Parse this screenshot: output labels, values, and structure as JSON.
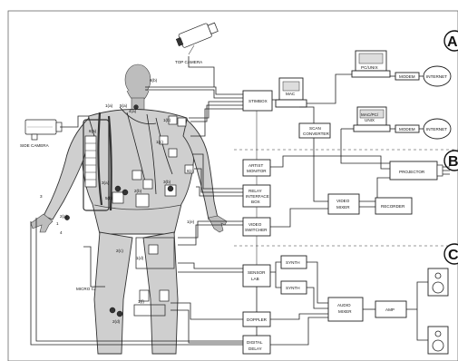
{
  "sections": {
    "a": "A",
    "b": "B",
    "c": "C"
  },
  "cameras": {
    "top": "TOP CAMERA",
    "side": "SIDE CAMERA",
    "micro": "MICRO CAMERA"
  },
  "boxes": {
    "stimbox": "STIMBOX",
    "mac": "MAC",
    "pc_unix": "PC/UNIX",
    "modem_1": "MODEM",
    "internet_1": "INTERNET",
    "scan_converter": [
      "SCAN",
      "CONVERTER"
    ],
    "mac_pc_unix": [
      "MAC/PC/",
      "UNIX"
    ],
    "modem_2": "MODEM",
    "internet_2": "INTERNET",
    "artist_monitor": [
      "ARTIST",
      "MONITOR"
    ],
    "projector": "PROJECTOR",
    "relay_interface_box": [
      "RELAY",
      "INTERFACE",
      "BOX"
    ],
    "video_mixer": [
      "VIDEO",
      "MIXER"
    ],
    "recorder": "RECORDER",
    "video_switcher": [
      "VIDEO",
      "SWITCHER"
    ],
    "sensor_lab": [
      "SENSOR",
      "LAB"
    ],
    "synth_1": "SYNTH",
    "synth_2": "SYNTH",
    "audio_mixer": [
      "AUDIO",
      "MIXER"
    ],
    "amp": "AMP",
    "doppler": "DOPPLER",
    "digital_delay": [
      "DIGITAL",
      "DELAY"
    ]
  },
  "body_labels": {
    "head": "6(b)",
    "neck": "4(a)",
    "shoulder_left_1": "1(a)",
    "shoulder_left_2": "5(a)",
    "shoulder_right": "1(b)",
    "chest_right": "1(c)",
    "chest_left": "6(a)",
    "ribs": "3(a)",
    "waist": "2(b)",
    "elbow_right": "6(c)",
    "hip_left": "5(b)",
    "hip_right": "3(b)",
    "thigh_left": "2(a)",
    "side_left": "3",
    "hand_left": "1",
    "hand_right": "1(e)",
    "knee_left": "2(c)",
    "leg_right": "1(d)",
    "shin": "1(f)",
    "shin_2": "2(d)",
    "pulse": "4"
  }
}
